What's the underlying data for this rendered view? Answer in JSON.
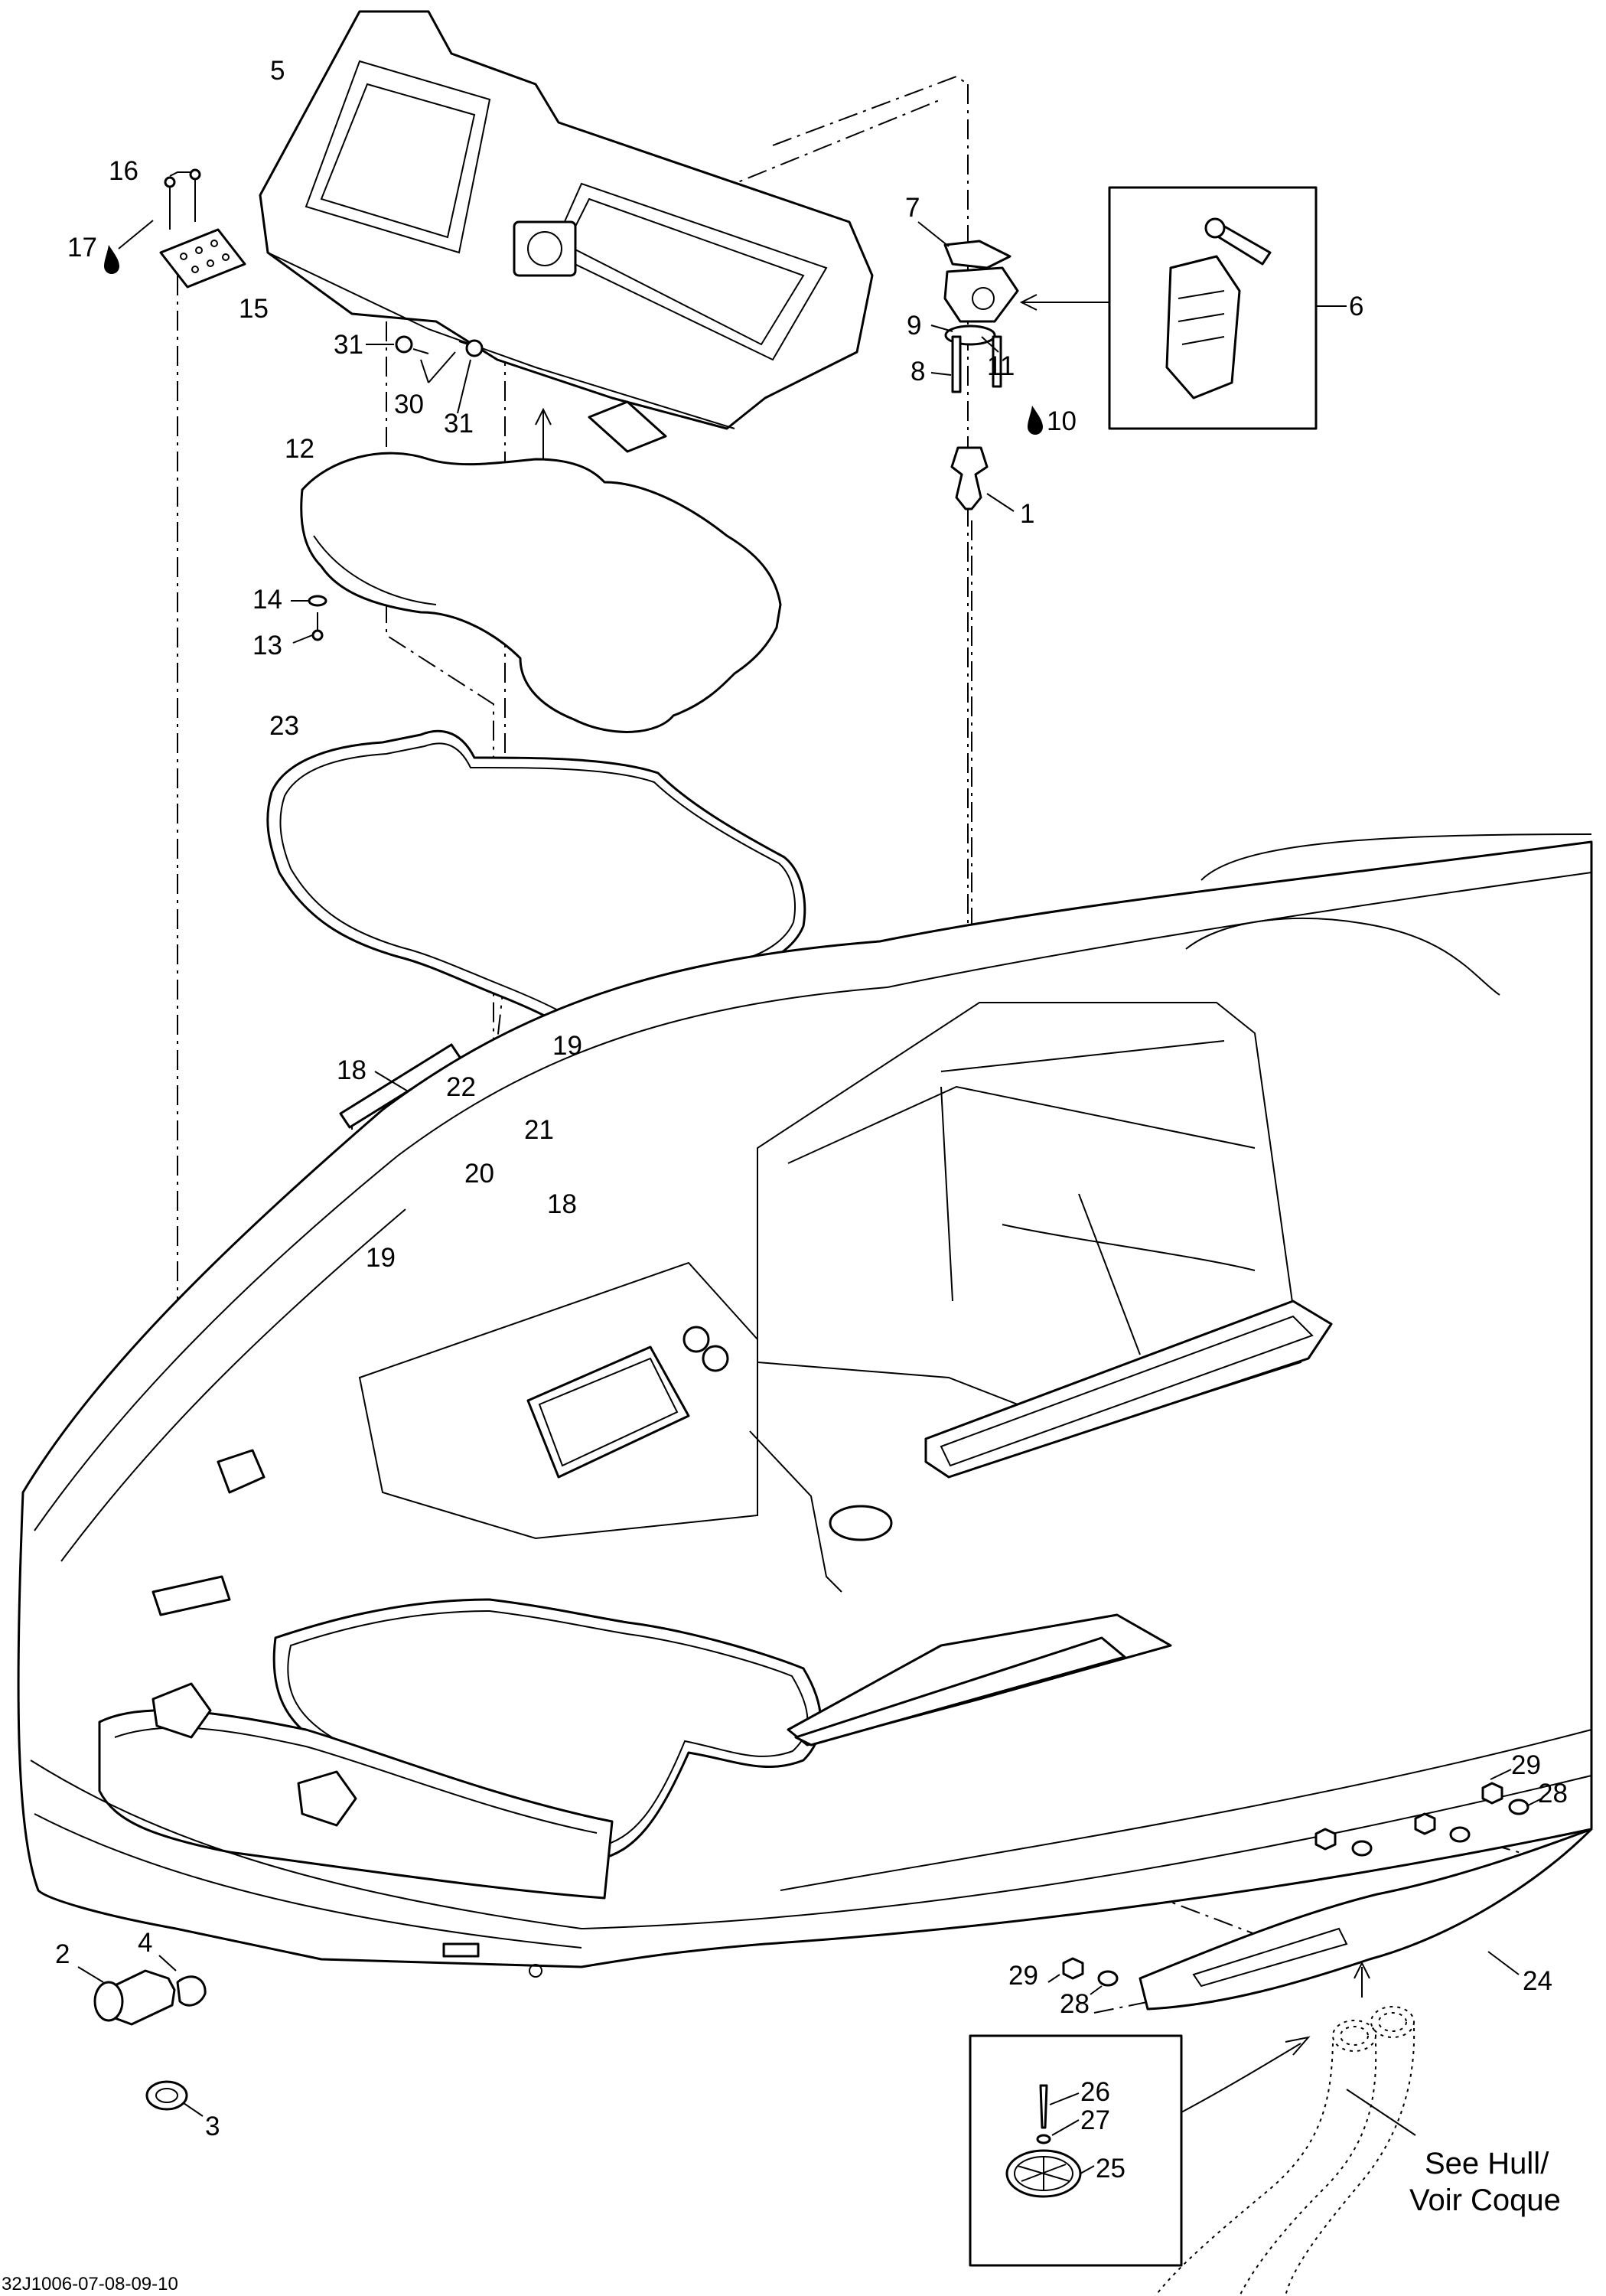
{
  "callouts": {
    "c1": "1",
    "c2": "2",
    "c3": "3",
    "c4": "4",
    "c5": "5",
    "c6": "6",
    "c7": "7",
    "c8": "8",
    "c9": "9",
    "c10": "10",
    "c11": "11",
    "c12": "12",
    "c13": "13",
    "c14": "14",
    "c15": "15",
    "c16": "16",
    "c17": "17",
    "c18a": "18",
    "c18b": "18",
    "c19a": "19",
    "c19b": "19",
    "c20": "20",
    "c21": "21",
    "c22": "22",
    "c23": "23",
    "c24": "24",
    "c25": "25",
    "c26": "26",
    "c27": "27",
    "c28a": "28",
    "c28b": "28",
    "c29a": "29",
    "c29b": "29",
    "c30": "30",
    "c31a": "31",
    "c31b": "31"
  },
  "note_line1": "See Hull/",
  "note_line2": "Voir Coque",
  "reference_code": "32J1006-07-08-09-10"
}
